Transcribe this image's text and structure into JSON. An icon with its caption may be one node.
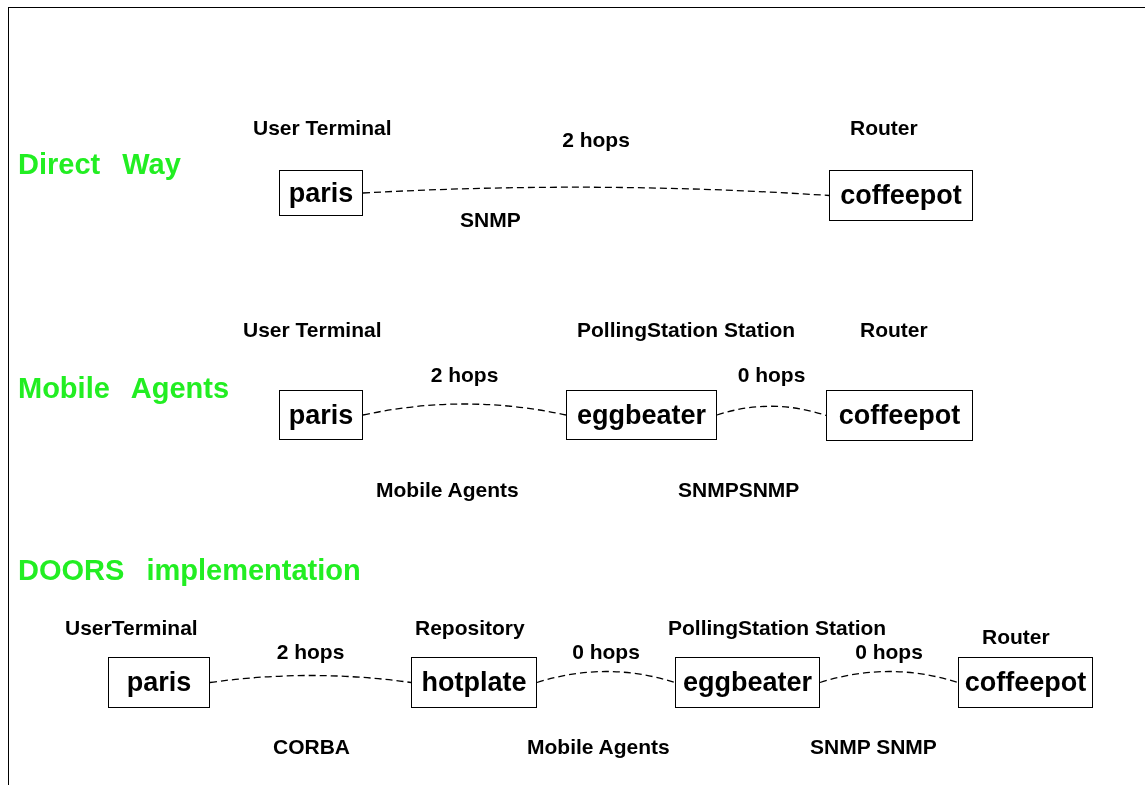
{
  "diagram": {
    "nodes": [
      {
        "text": [
          "User Terminal",
          "paris"
        ]
      },
      {
        "text": [
          "Router",
          "coffeepot"
        ]
      },
      {
        "text": [
          "User Terminal",
          "paris"
        ]
      },
      {
        "text": [
          "PollingStation Station",
          "eggbeater"
        ]
      },
      {
        "text": [
          "Router",
          "coffeepot"
        ]
      },
      {
        "text": [
          "UserTerminal",
          "paris"
        ]
      },
      {
        "text": [
          "Repository",
          "hotplate"
        ]
      },
      {
        "text": [
          "PollingStation Station",
          "eggbeater"
        ]
      },
      {
        "text": [
          "Router",
          "coffeepot"
        ]
      }
    ],
    "edges": [
      {
        "from": 0,
        "to": 1,
        "arrow": "none",
        "label": "2 hops",
        "style": "dashed"
      },
      {
        "from": 2,
        "to": 3,
        "arrow": "none",
        "label": "2 hops",
        "style": "dashed"
      },
      {
        "from": 3,
        "to": 4,
        "arrow": "none",
        "label": "0 hops",
        "style": "dashed"
      },
      {
        "from": 5,
        "to": 6,
        "arrow": "none",
        "label": "2 hops",
        "style": "dashed"
      },
      {
        "from": 6,
        "to": 7,
        "arrow": "none",
        "label": "0 hops",
        "style": "dashed"
      },
      {
        "from": 7,
        "to": 8,
        "arrow": "none",
        "label": "0 hops",
        "style": "dashed"
      }
    ],
    "labels": [
      "Direct Way",
      "SNMP",
      "Mobile Agents",
      "Mobile Agents",
      "SNMPSNMP",
      "DOORS implementation",
      "CORBA",
      "Mobile Agents",
      "SNMP SNMP"
    ]
  }
}
